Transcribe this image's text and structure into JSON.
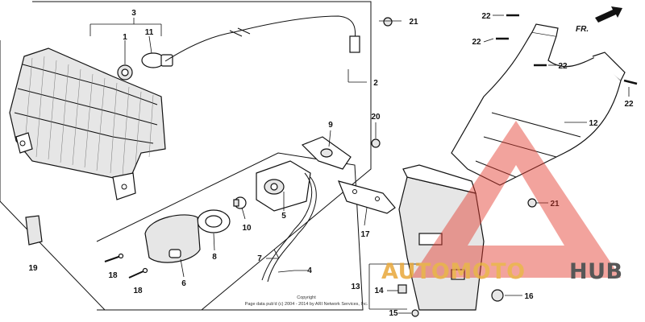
{
  "diagram": {
    "direction_label": "FR.",
    "callouts": {
      "c1": "1",
      "c2": "2",
      "c3": "3",
      "c4": "4",
      "c5": "5",
      "c6": "6",
      "c7": "7",
      "c8": "8",
      "c9": "9",
      "c10": "10",
      "c11": "11",
      "c12": "12",
      "c13": "13",
      "c14": "14",
      "c15": "15",
      "c16": "16",
      "c17": "17",
      "c18a": "18",
      "c18b": "18",
      "c19": "19",
      "c20": "20",
      "c21a": "21",
      "c21b": "21",
      "c22a": "22",
      "c22b": "22",
      "c22c": "22",
      "c22d": "22"
    },
    "copyright_line1": "Copyright",
    "copyright_line2": "Page data pub'd  (c) 2004 - 2014 by ARI Network Services, Inc.",
    "watermark_part1": "AUTOMOTO",
    "watermark_part2": "HUB",
    "colors": {
      "watermark_red": "#e23b2e",
      "watermark_orange": "#e8a83a",
      "watermark_dark": "#3a3a3a"
    }
  }
}
